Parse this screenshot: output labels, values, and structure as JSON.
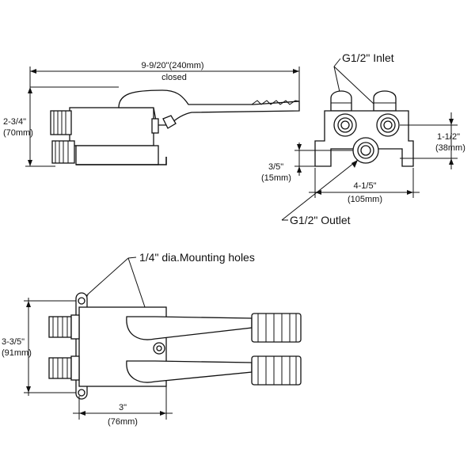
{
  "labels": {
    "overall_length": "9-9/20\"(240mm)",
    "overall_length_note": "closed",
    "height_in": "2-3/4\"",
    "height_mm": "(70mm)",
    "inlet": "G1/2\" Inlet",
    "inlet_spacing_in": "1-1/2\"",
    "inlet_spacing_mm": "(38mm)",
    "outlet_offset_in": "3/5\"",
    "outlet_offset_mm": "(15mm)",
    "body_width_in": "4-1/5\"",
    "body_width_mm": "(105mm)",
    "outlet": "G1/2\" Outlet",
    "mounting_holes": "1/4\" dia.Mounting holes",
    "top_width_in": "3-3/5\"",
    "top_width_mm": "(91mm)",
    "top_depth_in": "3\"",
    "top_depth_mm": "(76mm)"
  },
  "colors": {
    "line": "#111111",
    "background": "#ffffff"
  }
}
